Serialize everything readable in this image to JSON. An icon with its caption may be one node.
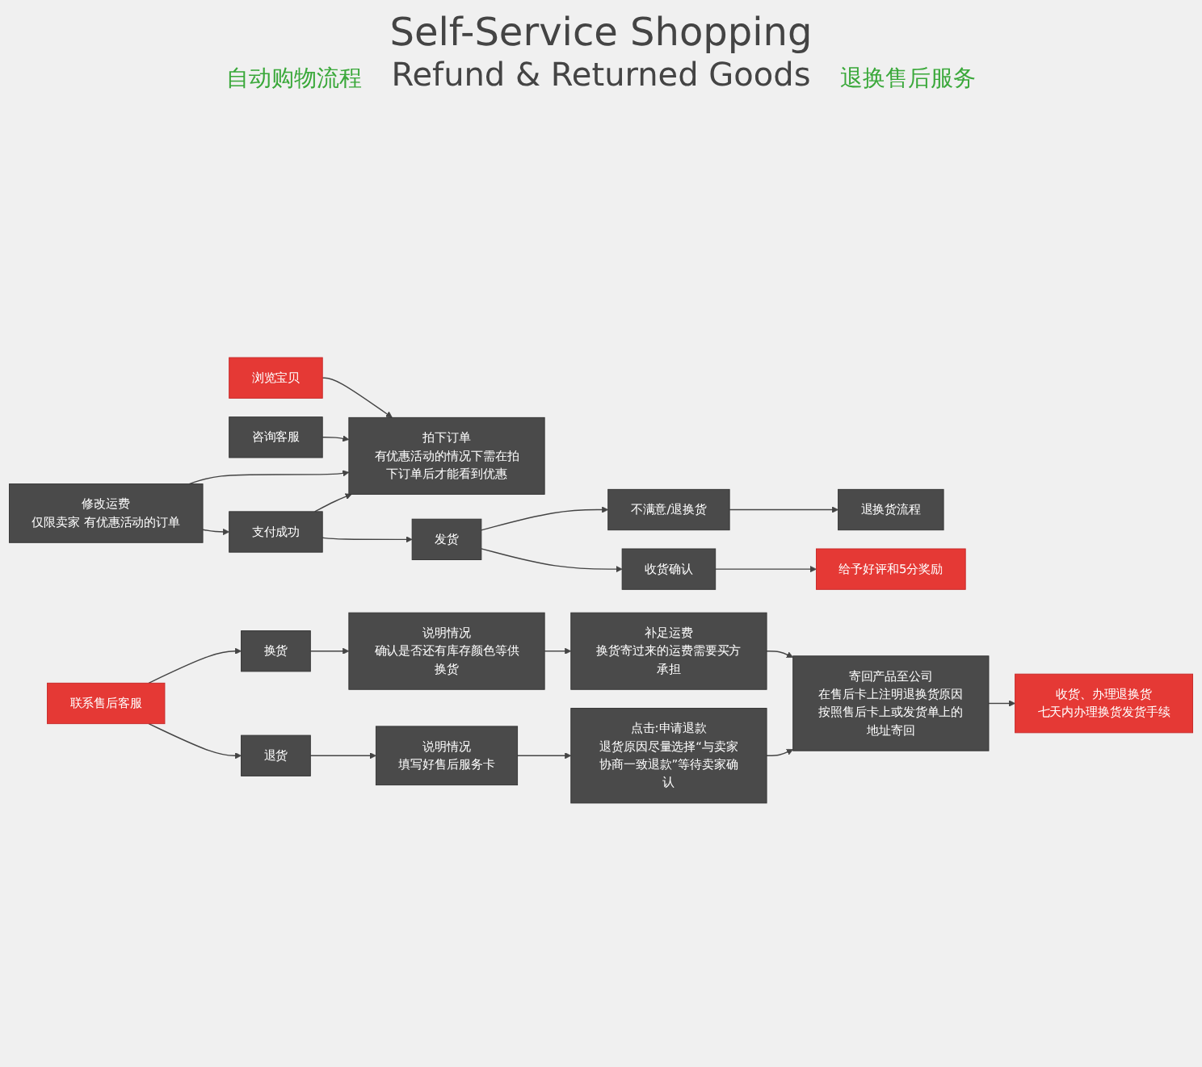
{
  "diagram": {
    "title": "Self-Service Shopping",
    "nodes": [
      {
        "text": [
          "浏览宝贝"
        ]
      },
      {
        "text": [
          "拍下订单",
          "有优惠活动的情况下需在拍下订单后才能看到优惠"
        ]
      },
      {
        "text": [
          "咨询客服"
        ]
      },
      {
        "text": [
          "支付成功"
        ]
      },
      {
        "text": [
          "修改运费",
          "仅限卖家 有优惠活动的订单"
        ]
      },
      {
        "text": [
          "发货"
        ]
      },
      {
        "text": [
          "不满意/退换货"
        ]
      },
      {
        "text": [
          "收货确认"
        ]
      },
      {
        "text": [
          "给予好评和5分奖励"
        ]
      },
      {
        "text": [
          "退换货流程"
        ]
      },
      {
        "text": [
          "联系售后客服"
        ]
      },
      {
        "text": [
          "换货"
        ]
      },
      {
        "text": [
          "退货"
        ]
      },
      {
        "text": [
          "说明情况",
          "确认是否还有库存颜色等供换货"
        ]
      },
      {
        "text": [
          "补足运费",
          "换货寄过来的运费需要买方承担"
        ]
      },
      {
        "text": [
          "寄回产品至公司",
          "在售后卡上注明退换货原因按照售后卡上或发货单上的地址寄回"
        ]
      },
      {
        "text": [
          "说明情况",
          "填写好售后服务卡"
        ]
      },
      {
        "text": [
          "点击:申请退款",
          "退货原因尽量选择“与卖家协商一致退款”等待卖家确认"
        ]
      },
      {
        "text": [
          "收货、办理退换货",
          "七天内办理换货发货手续"
        ]
      }
    ],
    "edges": [
      {
        "from": 0,
        "to": 1,
        "arrow": "to"
      },
      {
        "from": 2,
        "to": 1,
        "arrow": "to"
      },
      {
        "from": 3,
        "to": 1,
        "arrow": "to"
      },
      {
        "from": 4,
        "to": 1,
        "arrow": "to"
      },
      {
        "from": 4,
        "to": 3,
        "arrow": "to"
      },
      {
        "from": 3,
        "to": 5,
        "arrow": "to"
      },
      {
        "from": 5,
        "to": 6,
        "arrow": "to"
      },
      {
        "from": 5,
        "to": 7,
        "arrow": "to"
      },
      {
        "from": 7,
        "to": 8,
        "arrow": "to"
      },
      {
        "from": 6,
        "to": 9,
        "arrow": "to"
      },
      {
        "from": 10,
        "to": 11,
        "arrow": "to"
      },
      {
        "from": 10,
        "to": 12,
        "arrow": "to"
      },
      {
        "from": 11,
        "to": 13,
        "arrow": "to"
      },
      {
        "from": 13,
        "to": 14,
        "arrow": "to"
      },
      {
        "from": 14,
        "to": 15,
        "arrow": "to"
      },
      {
        "from": 15,
        "to": 18,
        "arrow": "to"
      },
      {
        "from": 12,
        "to": 16,
        "arrow": "to"
      },
      {
        "from": 16,
        "to": 17,
        "arrow": "to"
      },
      {
        "from": 17,
        "to": 15,
        "arrow": "to"
      }
    ],
    "labels": [
      "自动购物流程",
      "Refund & Returned Goods",
      "退换售后服务"
    ]
  }
}
